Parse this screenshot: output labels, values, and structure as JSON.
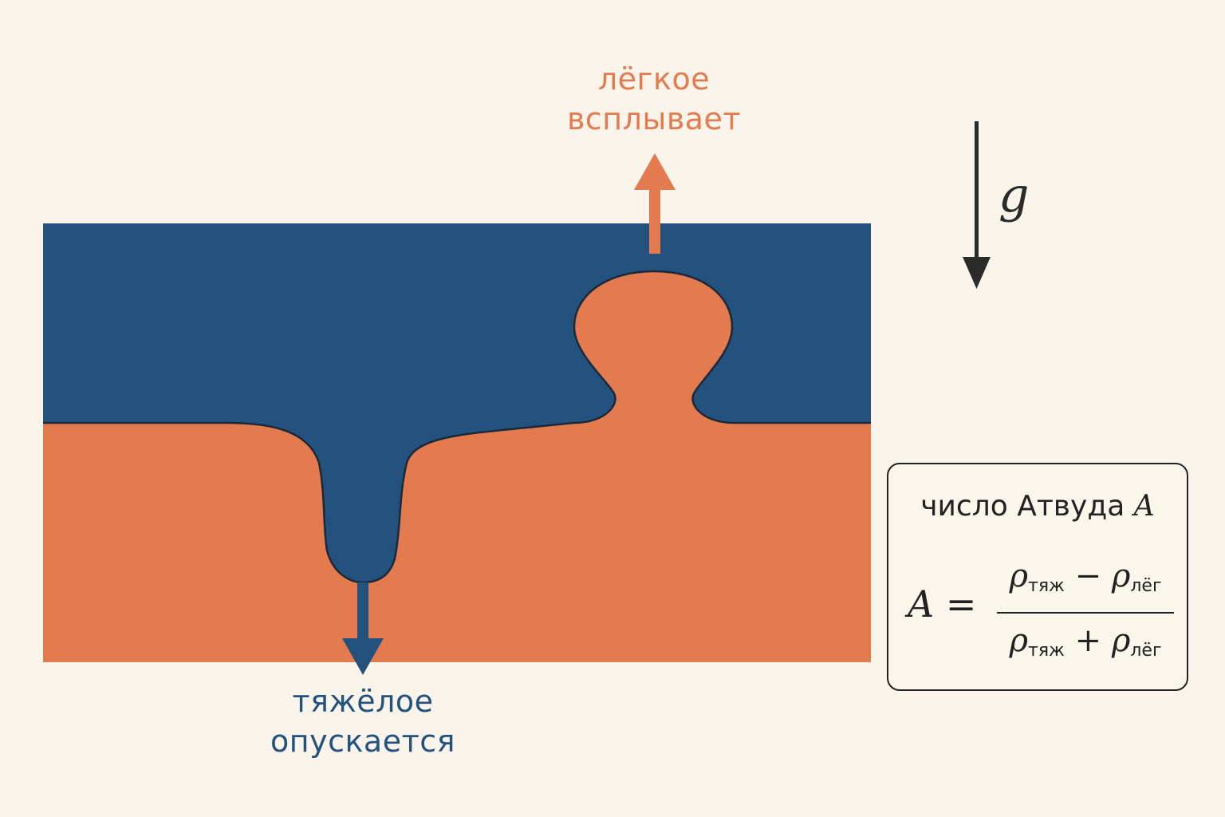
{
  "labels": {
    "light": {
      "line1": "лёгкое",
      "line2": "всплывает"
    },
    "heavy": {
      "line1": "тяжёлое",
      "line2": "опускается"
    },
    "gravity": "g"
  },
  "colors": {
    "background": "#faf4ea",
    "heavy_fluid": "#23527f",
    "light_fluid": "#e37b4f",
    "outline": "#1a2a3a",
    "gravity_arrow": "#2b2b2b"
  },
  "atwood_box": {
    "title": "число Атвуда",
    "title_symbol": "A",
    "formula": {
      "lhs": "A =",
      "rho": "ρ",
      "heavy_sub": "тяж",
      "light_sub": "лёг",
      "minus": "−",
      "plus": "+"
    }
  }
}
